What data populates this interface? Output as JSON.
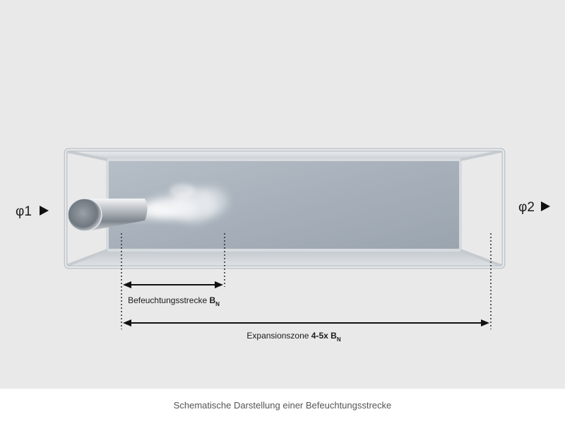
{
  "labels": {
    "inlet_symbol": "φ1",
    "outlet_symbol": "φ2",
    "humidification_text": "Befeuchtungsstrecke",
    "humidification_bold": "B",
    "humidification_sub": "N",
    "expansion_text": "Expansionszone",
    "expansion_bold": "4-5x B",
    "expansion_sub": "N"
  },
  "caption": "Schematische Darstellung einer Befeuchtungsstrecke",
  "icons": {
    "inlet_arrow": "triangle-right",
    "outlet_arrow": "triangle-right"
  },
  "colors": {
    "background": "#e9e9e9",
    "duct_frame": "#c8ccd0",
    "duct_back": "#a9b2bc",
    "text": "#1a1a1a"
  }
}
